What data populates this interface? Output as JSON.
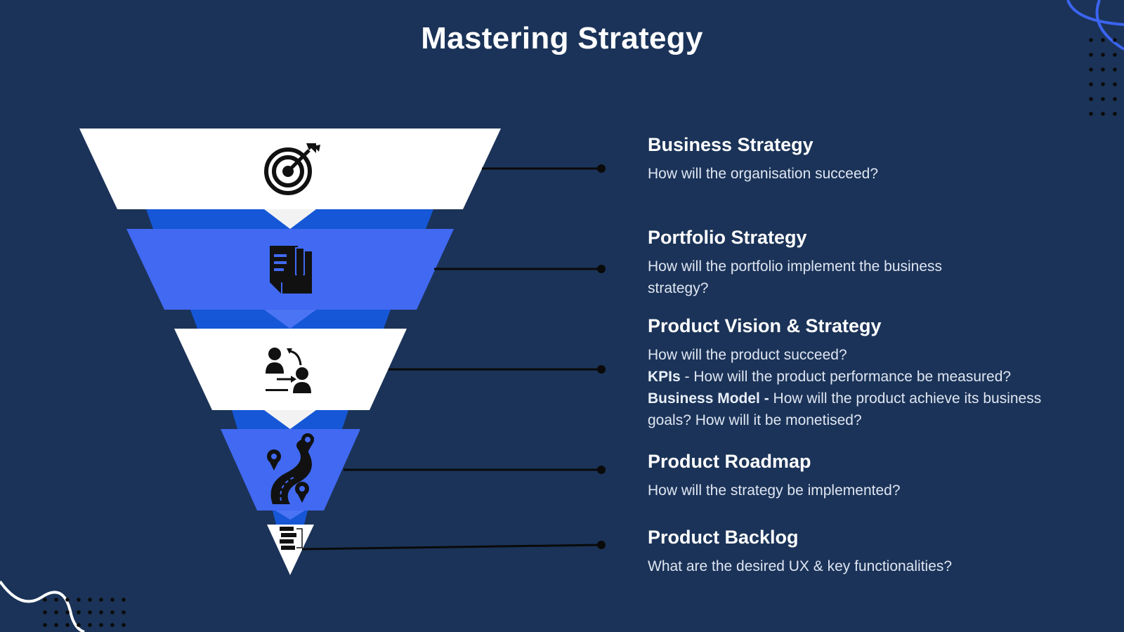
{
  "title": "Mastering Strategy",
  "colors": {
    "background": "#1b3358",
    "white_layer": "#ffffff",
    "light_blue_layer": "#4169f2",
    "dark_blue_connector": "#1557d6",
    "connector_line": "#0a0a0a"
  },
  "levels": [
    {
      "icon": "target-icon",
      "title": "Business Strategy",
      "lines": [
        {
          "label": "",
          "text": "How will the organisation succeed?"
        }
      ]
    },
    {
      "icon": "document-pencil-icon",
      "title": "Portfolio Strategy",
      "lines": [
        {
          "label": "",
          "text": "How will the portfolio implement the business strategy?"
        }
      ]
    },
    {
      "icon": "people-exchange-icon",
      "title": "Product Vision & Strategy",
      "lines": [
        {
          "label": "",
          "text": "How will the product succeed?"
        },
        {
          "label": "KPIs",
          "text": " - How will the product performance be measured?"
        },
        {
          "label": "Business Model -",
          "text": " How will the product achieve its business goals? How will it be monetised?"
        }
      ]
    },
    {
      "icon": "road-map-pins-icon",
      "title": "Product Roadmap",
      "lines": [
        {
          "label": "",
          "text": "How will the strategy be implemented?"
        }
      ]
    },
    {
      "icon": "backlog-list-icon",
      "title": "Product Backlog",
      "lines": [
        {
          "label": "",
          "text": "What are the desired UX & key functionalities?"
        }
      ]
    }
  ]
}
